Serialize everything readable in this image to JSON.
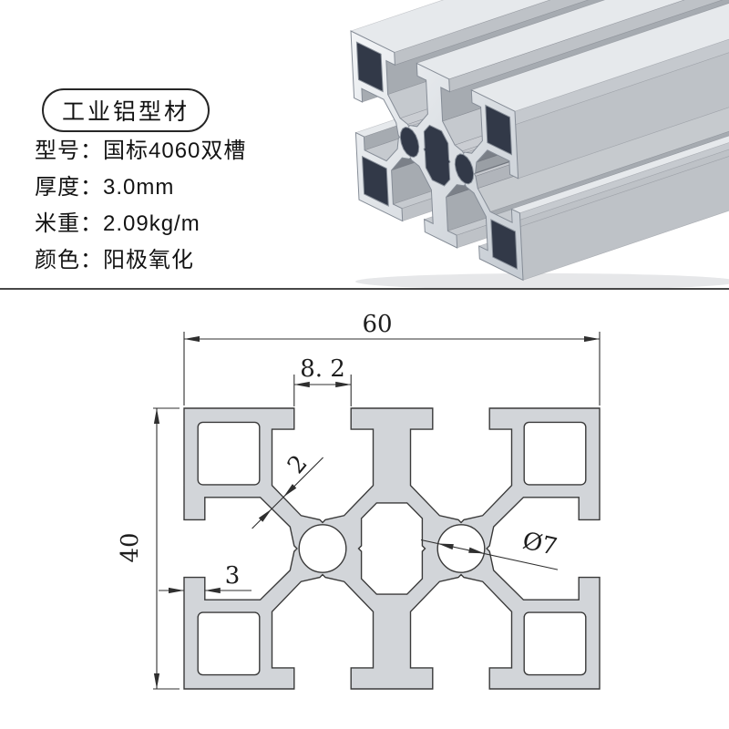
{
  "product": {
    "badge": "工业铝型材",
    "specs": [
      {
        "label": "型号",
        "colon": "：",
        "value": "国标4060双槽"
      },
      {
        "label": "厚度",
        "colon": "：",
        "value": "3.0mm"
      },
      {
        "label": "米重",
        "colon": "：",
        "value": "2.09kg/m"
      },
      {
        "label": "颜色",
        "colon": "：",
        "value": "阳极氧化"
      }
    ]
  },
  "diagram": {
    "dimensions": {
      "overall_width_mm": "60",
      "slot_opening_mm": "8. 2",
      "overall_height_mm": "40",
      "edge_lip_mm": "3",
      "wall_thickness_mm": "2",
      "hole_diameter": "Ø7"
    }
  },
  "colors": {
    "profile_fill": "#d2d5d9",
    "drawing_line": "#2f2f2f",
    "divider": "#474747",
    "text": "#131313",
    "photo_hole_shadow": "#323948"
  }
}
